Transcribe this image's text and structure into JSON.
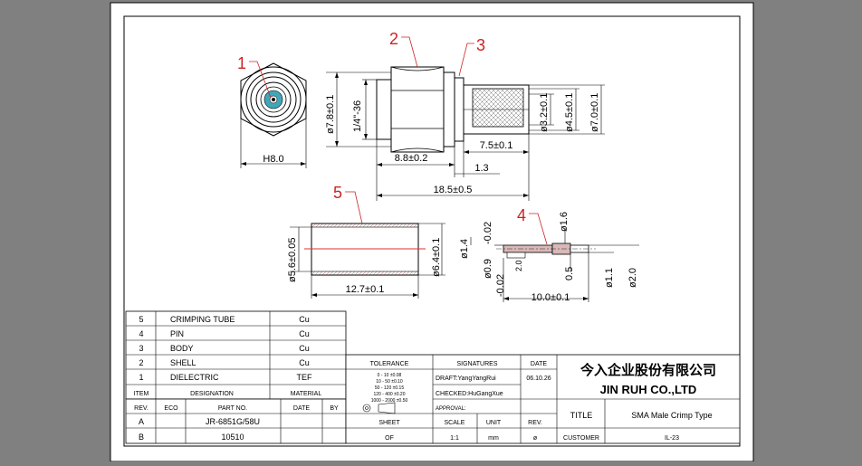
{
  "callouts": [
    "1",
    "2",
    "3",
    "4",
    "5"
  ],
  "front_view": {
    "hex_dim": "H8.0"
  },
  "side_view": {
    "dims": {
      "d_body": "ø7.8±0.1",
      "thread": "1/4\"-36",
      "pin_d": "ø3.2±0.1",
      "tube_d1": "ø4.5±0.1",
      "tube_d2": "ø7.0±0.1",
      "len_body": "8.8±0.2",
      "len_gap": "1.3",
      "len_crimp": "7.5±0.1",
      "len_total": "18.5±0.5"
    }
  },
  "tube_view": {
    "dims": {
      "inner_d": "ø5.6±0.05",
      "outer_d": "ø6.4±0.1",
      "length": "12.7±0.1"
    }
  },
  "pin_view": {
    "dims": {
      "d_tip": "ø1.4",
      "d_tip_tol": "-0.02",
      "d_neck": "ø0.9",
      "d_neck_tol": "-0.02",
      "len_slot": "2.0",
      "d_head": "ø1.6",
      "len_shoulder": "0.5",
      "d_body": "ø1.1",
      "d_end": "ø2.0",
      "length": "10.0±0.1"
    }
  },
  "bom": {
    "rows": [
      {
        "item": "5",
        "designation": "CRIMPING TUBE",
        "material": "Cu"
      },
      {
        "item": "4",
        "designation": "PIN",
        "material": "Cu"
      },
      {
        "item": "3",
        "designation": "BODY",
        "material": "Cu"
      },
      {
        "item": "2",
        "designation": "SHELL",
        "material": "Cu"
      },
      {
        "item": "1",
        "designation": "DIELECTRIC",
        "material": "TEF"
      }
    ],
    "header": {
      "item": "ITEM",
      "designation": "DESIGNATION",
      "material": "MATERIAL"
    }
  },
  "revisions": {
    "header": {
      "rev": "REV.",
      "eco": "ECO",
      "part": "PART NO.",
      "date": "DATE",
      "by": "BY"
    },
    "rows": [
      {
        "rev": "A",
        "part": "JR-6851G/58U"
      },
      {
        "rev": "B",
        "part": "10510"
      }
    ]
  },
  "tolerance": {
    "label": "TOLERANCE",
    "lines": [
      "0 - 10    ±0.08",
      "10 - 50   ±0.10",
      "50 - 120  ±0.15",
      "120 - 400 ±0.20",
      "1000 - 2000 ±0.50"
    ]
  },
  "signatures": {
    "label": "SIGNATURES",
    "date_label": "DATE",
    "draft": "DRAFT:YangYangRui",
    "checked": "CHECKED:HuGangXue",
    "approval": "APPROVAL:",
    "date": "06.10.26"
  },
  "sheet": {
    "label": "SHEET",
    "value": "OF",
    "scale_label": "SCALE",
    "scale": "1:1",
    "unit_label": "UNIT",
    "unit": "mm",
    "rev_label": "REV.",
    "rev": "ø"
  },
  "company": {
    "name_cn": "今入企业股份有限公司",
    "name_en": "JIN RUH CO.,LTD"
  },
  "title_block": {
    "title_label": "TITLE",
    "title": "SMA Male Crimp Type",
    "customer_label": "CUSTOMER",
    "customer": "IL-23"
  },
  "colors": {
    "background": "#808080",
    "sheet": "#ffffff",
    "callout": "#cc2222",
    "dim_line": "#000000",
    "dielectric": "#3fa8b8",
    "center_line": "#e03030",
    "fill": "#d9b8b8",
    "mesh": "#cfc8c8"
  }
}
